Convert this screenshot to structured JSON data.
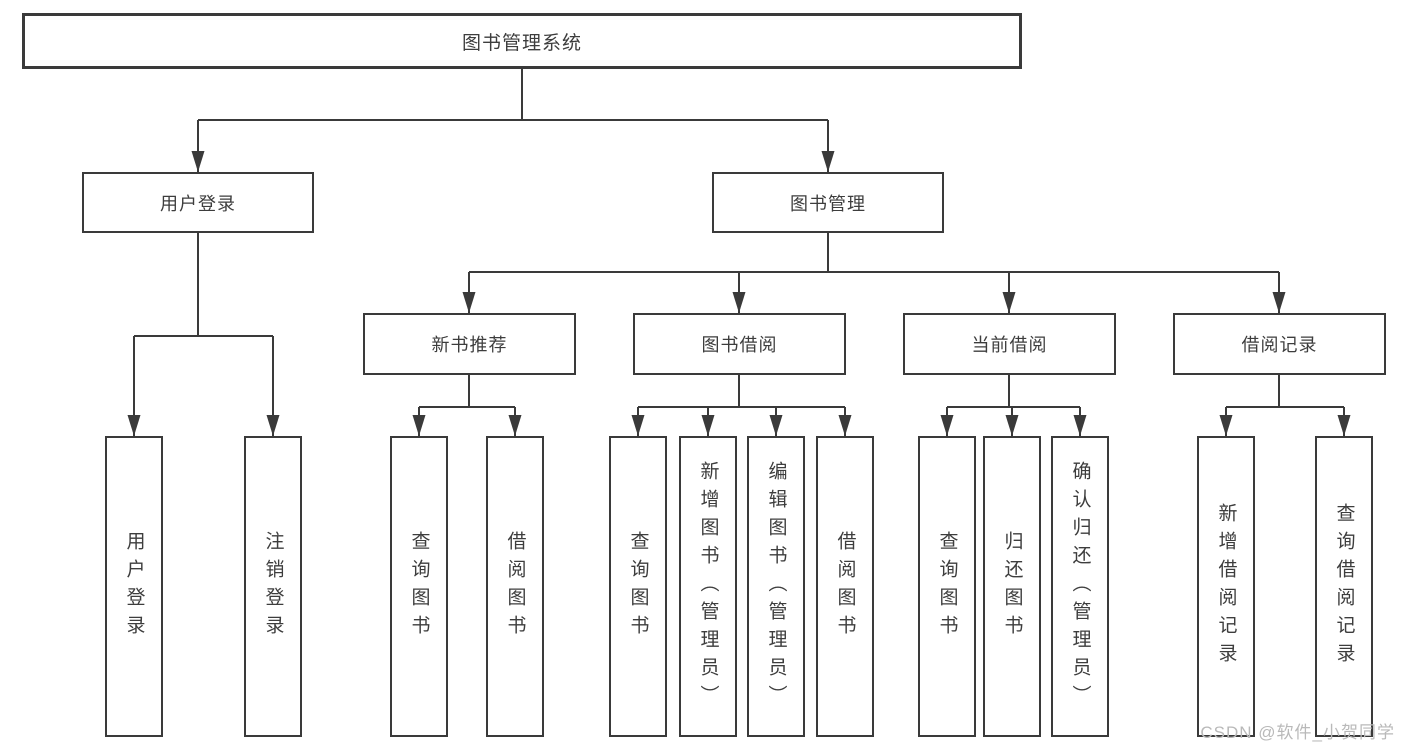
{
  "diagram": {
    "root": {
      "label": "图书管理系统"
    },
    "level2": [
      {
        "id": "user-login",
        "label": "用户登录"
      },
      {
        "id": "book-management",
        "label": "图书管理"
      }
    ],
    "level3": [
      {
        "id": "new-book-recommend",
        "label": "新书推荐"
      },
      {
        "id": "book-borrow",
        "label": "图书借阅"
      },
      {
        "id": "current-borrow",
        "label": "当前借阅"
      },
      {
        "id": "borrow-record",
        "label": "借阅记录"
      }
    ],
    "leaves": [
      {
        "parent": "用户登录",
        "label": "用户登录"
      },
      {
        "parent": "用户登录",
        "label": "注销登录"
      },
      {
        "parent": "新书推荐",
        "label": "查询图书"
      },
      {
        "parent": "新书推荐",
        "label": "借阅图书"
      },
      {
        "parent": "图书借阅",
        "label": "查询图书"
      },
      {
        "parent": "图书借阅",
        "label": "新增图书（管理员）"
      },
      {
        "parent": "图书借阅",
        "label": "编辑图书（管理员）"
      },
      {
        "parent": "图书借阅",
        "label": "借阅图书"
      },
      {
        "parent": "当前借阅",
        "label": "查询图书"
      },
      {
        "parent": "当前借阅",
        "label": "归还图书"
      },
      {
        "parent": "当前借阅",
        "label": "确认归还（管理员）"
      },
      {
        "parent": "借阅记录",
        "label": "新增借阅记录"
      },
      {
        "parent": "借阅记录",
        "label": "查询借阅记录"
      }
    ],
    "colors": {
      "line": "#3a3a3a",
      "box_border": "#3a3a3a",
      "box_fill": "#ffffff",
      "text": "#3d3d3d",
      "watermark": "#b9b9b9"
    }
  },
  "watermark": {
    "text": "CSDN @软件_小贺同学"
  }
}
